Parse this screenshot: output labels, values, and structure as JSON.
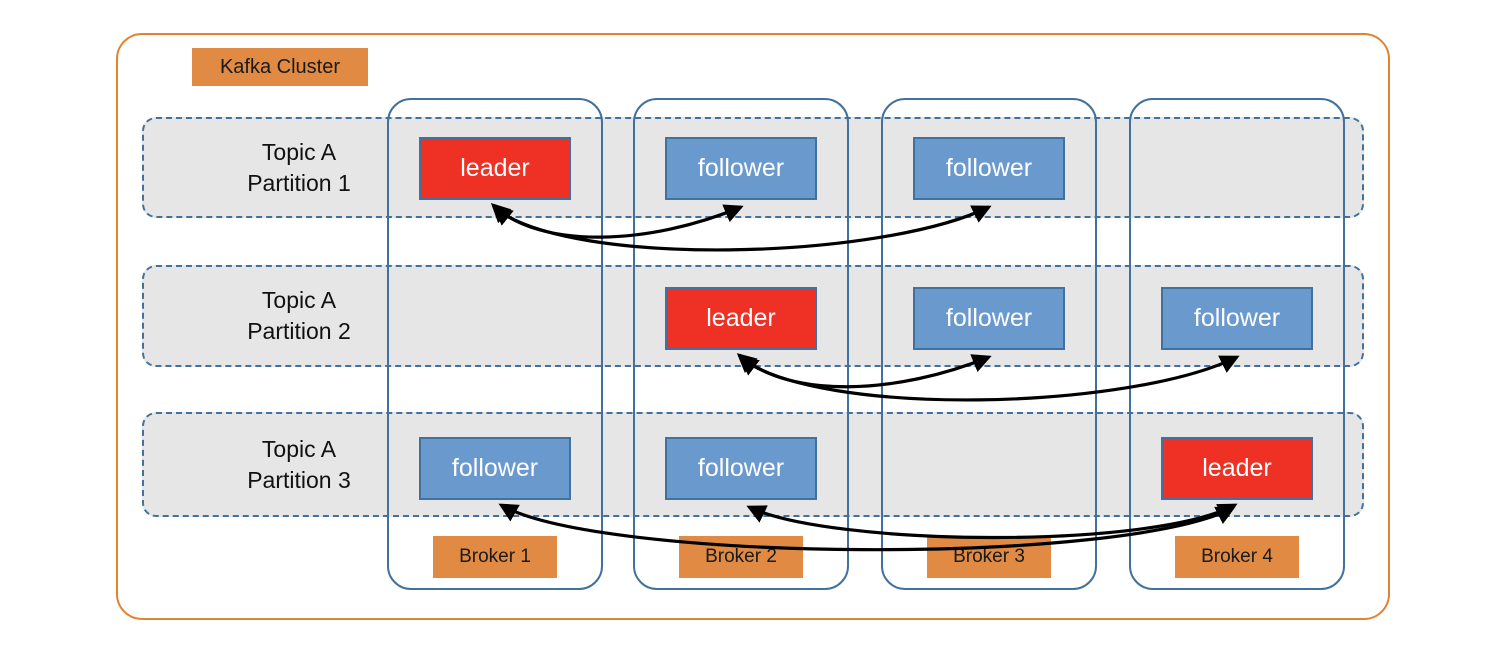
{
  "diagram": {
    "title": "Kafka Cluster",
    "cluster_border_color": "#E3822F",
    "chip_color": "#E08A43",
    "leader_color": "#EE3124",
    "follower_color": "#6A99CE",
    "row_fill_color": "#E6E6E6",
    "row_border_color": "#41719C",
    "broker_border_color": "#41719C",
    "arrow_color": "#000000"
  },
  "brokers": [
    {
      "label": "Broker 1"
    },
    {
      "label": "Broker 2"
    },
    {
      "label": "Broker 3"
    },
    {
      "label": "Broker 4"
    }
  ],
  "partitions": [
    {
      "topic": "Topic A",
      "partition": "Partition 1",
      "replicas": [
        {
          "broker": "Broker 1",
          "role": "leader"
        },
        {
          "broker": "Broker 2",
          "role": "follower"
        },
        {
          "broker": "Broker 3",
          "role": "follower"
        },
        {
          "broker": "Broker 4",
          "role": ""
        }
      ]
    },
    {
      "topic": "Topic A",
      "partition": "Partition 2",
      "replicas": [
        {
          "broker": "Broker 1",
          "role": ""
        },
        {
          "broker": "Broker 2",
          "role": "leader"
        },
        {
          "broker": "Broker 3",
          "role": "follower"
        },
        {
          "broker": "Broker 4",
          "role": "follower"
        }
      ]
    },
    {
      "topic": "Topic A",
      "partition": "Partition 3",
      "replicas": [
        {
          "broker": "Broker 1",
          "role": "follower"
        },
        {
          "broker": "Broker 2",
          "role": "follower"
        },
        {
          "broker": "Broker 3",
          "role": ""
        },
        {
          "broker": "Broker 4",
          "role": "leader"
        }
      ]
    }
  ],
  "replication_flows": [
    {
      "partition": "Partition 1",
      "from": "Broker 1",
      "to": "Broker 2"
    },
    {
      "partition": "Partition 1",
      "from": "Broker 1",
      "to": "Broker 3"
    },
    {
      "partition": "Partition 2",
      "from": "Broker 2",
      "to": "Broker 3"
    },
    {
      "partition": "Partition 2",
      "from": "Broker 2",
      "to": "Broker 4"
    },
    {
      "partition": "Partition 3",
      "from": "Broker 4",
      "to": "Broker 1"
    },
    {
      "partition": "Partition 3",
      "from": "Broker 4",
      "to": "Broker 2"
    }
  ]
}
